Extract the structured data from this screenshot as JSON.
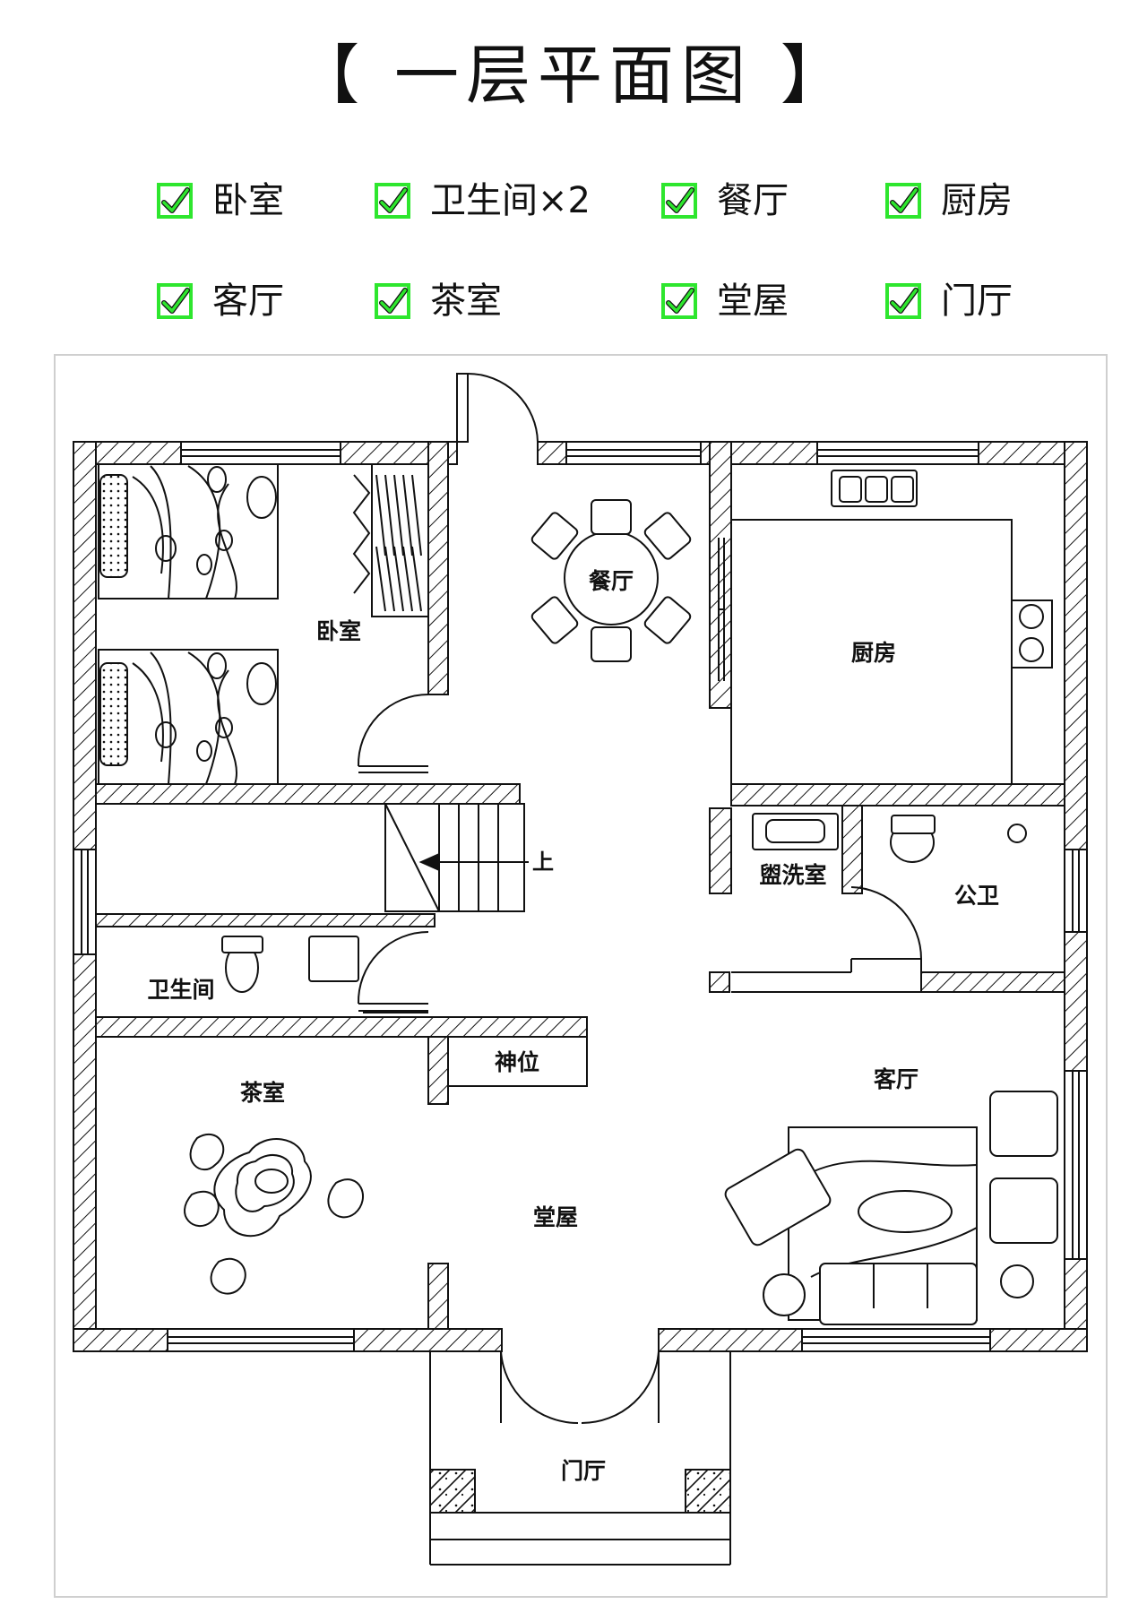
{
  "title": "【 一层平面图 】",
  "legend": [
    {
      "label": "卧室",
      "checked": true
    },
    {
      "label": "卫生间×2",
      "checked": true
    },
    {
      "label": "餐厅",
      "checked": true
    },
    {
      "label": "厨房",
      "checked": true
    },
    {
      "label": "客厅",
      "checked": true
    },
    {
      "label": "茶室",
      "checked": true
    },
    {
      "label": "堂屋",
      "checked": true
    },
    {
      "label": "门厅",
      "checked": true
    }
  ],
  "rooms": {
    "bedroom": "卧室",
    "dining": "餐厅",
    "kitchen": "厨房",
    "washroom": "盥洗室",
    "public_wc": "公卫",
    "bathroom": "卫生间",
    "altar": "神位",
    "living": "客厅",
    "tea_room": "茶室",
    "main_hall": "堂屋",
    "foyer": "门厅"
  },
  "stairs_label": "上",
  "colors": {
    "check": "#2ee62e",
    "line": "#111111",
    "frame": "#cfcfcf"
  }
}
